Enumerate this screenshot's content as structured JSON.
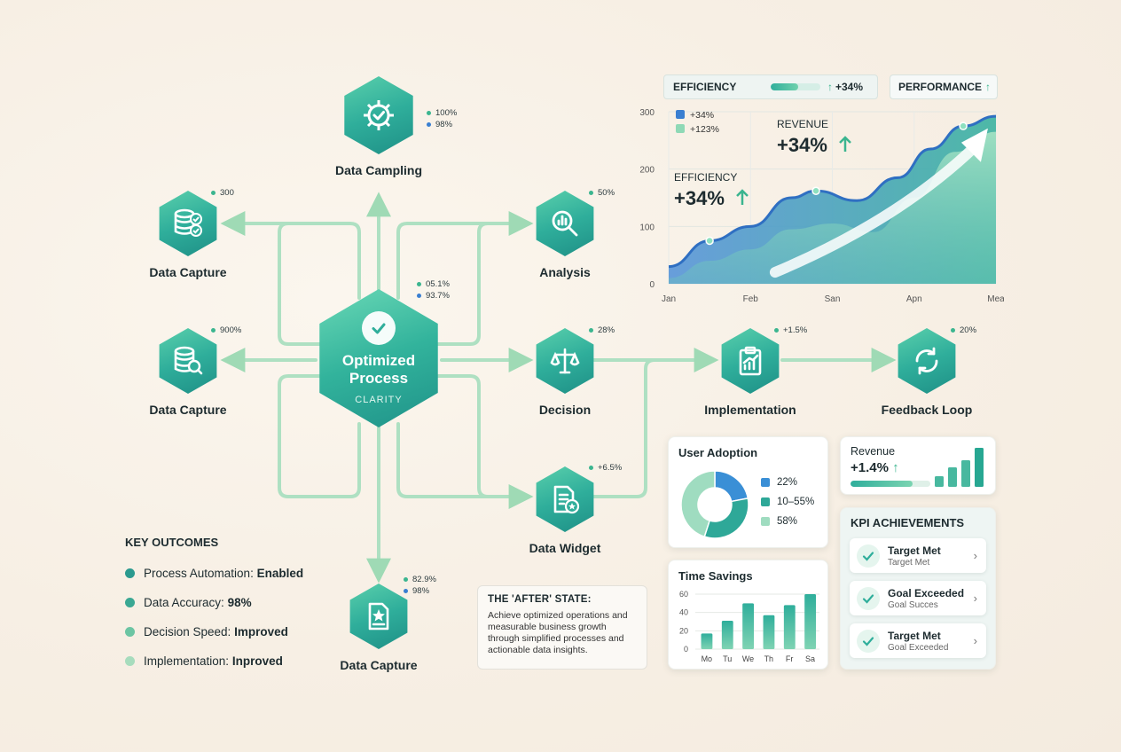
{
  "colors": {
    "accent": "#2fae9b",
    "accent_light": "#9fdcc0",
    "blue": "#3a7fd1",
    "wire": "#aadfbd"
  },
  "center": {
    "title_line1": "Optimized",
    "title_line2": "Process",
    "subtitle": "CLARITY",
    "stat1": "05.1%",
    "stat2": "93.7%"
  },
  "nodes": [
    {
      "id": "data-campling",
      "label": "Data Campling",
      "icon": "gear-check-icon",
      "stat1": "100%",
      "stat2": "98%"
    },
    {
      "id": "data-capture-top",
      "label": "Data Capture",
      "icon": "database-check-icon",
      "stat1": "300"
    },
    {
      "id": "analysis",
      "label": "Analysis",
      "icon": "magnifier-chart-icon",
      "stat1": "50%"
    },
    {
      "id": "data-capture-mid",
      "label": "Data Capture",
      "icon": "database-search-icon",
      "stat1": "900%"
    },
    {
      "id": "decision",
      "label": "Decision",
      "icon": "scales-icon",
      "stat1": "28%"
    },
    {
      "id": "implementation",
      "label": "Implementation",
      "icon": "clipboard-chart-icon",
      "stat1": "+1.5%"
    },
    {
      "id": "feedback-loop",
      "label": "Feedback Loop",
      "icon": "refresh-icon",
      "stat1": "20%"
    },
    {
      "id": "data-widget",
      "label": "Data Widget",
      "icon": "document-star-icon",
      "stat1": "+6.5%"
    },
    {
      "id": "data-capture-bottom",
      "label": "Data Capture",
      "icon": "file-star-icon",
      "stat1": "82.9%",
      "stat2": "98%"
    }
  ],
  "outcomes": {
    "title": "KEY OUTCOMES",
    "items": [
      {
        "label": "Process Automation: ",
        "value": "Enabled",
        "color": "#2b9a8f"
      },
      {
        "label": "Data Accuracy: ",
        "value": "98%",
        "color": "#3aa893"
      },
      {
        "label": "Decision Speed: ",
        "value": "Improved",
        "color": "#6cc5a3"
      },
      {
        "label": "Implementation: ",
        "value": "Inproved",
        "color": "#a7dcbd"
      }
    ]
  },
  "after_state": {
    "title": "THE 'AFTER' STATE:",
    "text": "Achieve optimized operations and measurable business growth through simplified processes and actionable data insights."
  },
  "top_pills": {
    "efficiency_label": "EFFICIENCY",
    "efficiency_value": "+34%",
    "efficiency_progress": 0.55,
    "performance_label": "PERFORMANCE",
    "arrow": "↑"
  },
  "chart_data": [
    {
      "type": "area",
      "x": [
        "Jan",
        "Feb",
        "San",
        "Apn",
        "Mea"
      ],
      "yticks": [
        0,
        100,
        200,
        300
      ],
      "ylim": [
        0,
        300
      ],
      "series": [
        {
          "name": "+34%",
          "color": "#3a7fd1",
          "points": [
            [
              0.0,
              30
            ],
            [
              0.5,
              75
            ],
            [
              1.0,
              100
            ],
            [
              1.5,
              150
            ],
            [
              1.8,
              162
            ],
            [
              2.3,
              145
            ],
            [
              2.8,
              185
            ],
            [
              3.2,
              235
            ],
            [
              3.6,
              275
            ],
            [
              4.0,
              292
            ]
          ]
        },
        {
          "name": "+123%",
          "color": "#8fd9b6",
          "points": [
            [
              0.0,
              10
            ],
            [
              0.5,
              40
            ],
            [
              1.0,
              60
            ],
            [
              1.5,
              95
            ],
            [
              2.0,
              105
            ],
            [
              2.5,
              90
            ],
            [
              3.0,
              150
            ],
            [
              3.5,
              230
            ],
            [
              4.0,
              265
            ]
          ]
        }
      ],
      "annotations": [
        {
          "label": "EFFICIENCY",
          "value": "+34%"
        },
        {
          "label": "REVENUE",
          "value": "+34%"
        }
      ]
    },
    {
      "type": "pie",
      "title": "User Adoption",
      "slices": [
        {
          "label": "22%",
          "value": 22,
          "color": "#3a8fd6"
        },
        {
          "label": "10–55%",
          "value": 33,
          "color": "#2ea898"
        },
        {
          "label": "58%",
          "value": 45,
          "color": "#9fdcc0"
        }
      ]
    },
    {
      "type": "bar",
      "title": "Time Savings",
      "categories": [
        "Mo",
        "Tu",
        "We",
        "Th",
        "Fr",
        "Sa"
      ],
      "values": [
        17,
        31,
        50,
        37,
        48,
        60
      ],
      "ylim": [
        0,
        60
      ],
      "yticks": [
        0,
        20,
        40,
        60
      ]
    },
    {
      "type": "bar",
      "title": "Revenue",
      "value_label": "+1.4%",
      "progress": 0.78,
      "values": [
        12,
        22,
        30,
        44
      ]
    }
  ],
  "kpi": {
    "title": "KPI ACHIEVEMENTS",
    "items": [
      {
        "title": "Target Met",
        "sub": "Target Met"
      },
      {
        "title": "Goal Exceeded",
        "sub": "Goal Succes"
      },
      {
        "title": "Target Met",
        "sub": "Goal Exceeded"
      }
    ]
  }
}
